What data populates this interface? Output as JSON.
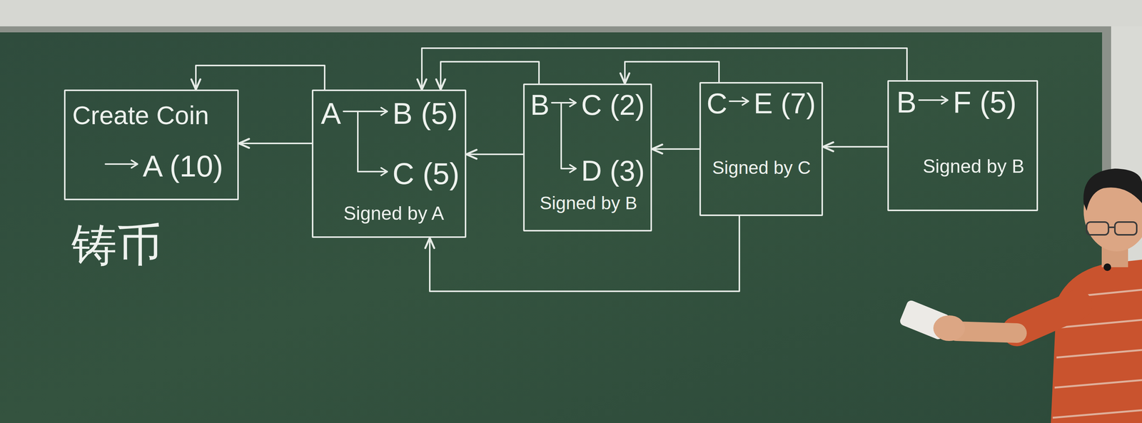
{
  "diagram": {
    "nodes": [
      {
        "text": [
          "Create Coin",
          "A (10)"
        ]
      },
      {
        "text": [
          "A",
          "B (5)",
          "C (5)",
          "Signed by A"
        ]
      },
      {
        "text": [
          "B",
          "C (2)",
          "D (3)",
          "Signed by B"
        ]
      },
      {
        "text": [
          "C",
          "E (7)",
          "Signed by C"
        ]
      },
      {
        "text": [
          "B",
          "F (5)",
          "Signed by B"
        ]
      }
    ],
    "edges": [
      {
        "from": 1,
        "to": 0,
        "arrow": "to"
      },
      {
        "from": 2,
        "to": 1,
        "arrow": "to"
      },
      {
        "from": 3,
        "to": 2,
        "arrow": "to"
      },
      {
        "from": 4,
        "to": 3,
        "arrow": "to"
      },
      {
        "from": 1,
        "to": 0,
        "arrow": "to"
      },
      {
        "from": 2,
        "to": 1,
        "arrow": "to"
      },
      {
        "from": 3,
        "to": 2,
        "arrow": "to"
      },
      {
        "from": 3,
        "to": 1,
        "arrow": "to"
      },
      {
        "from": 4,
        "to": 1,
        "arrow": "to"
      }
    ],
    "labels": [
      "铸币"
    ]
  }
}
